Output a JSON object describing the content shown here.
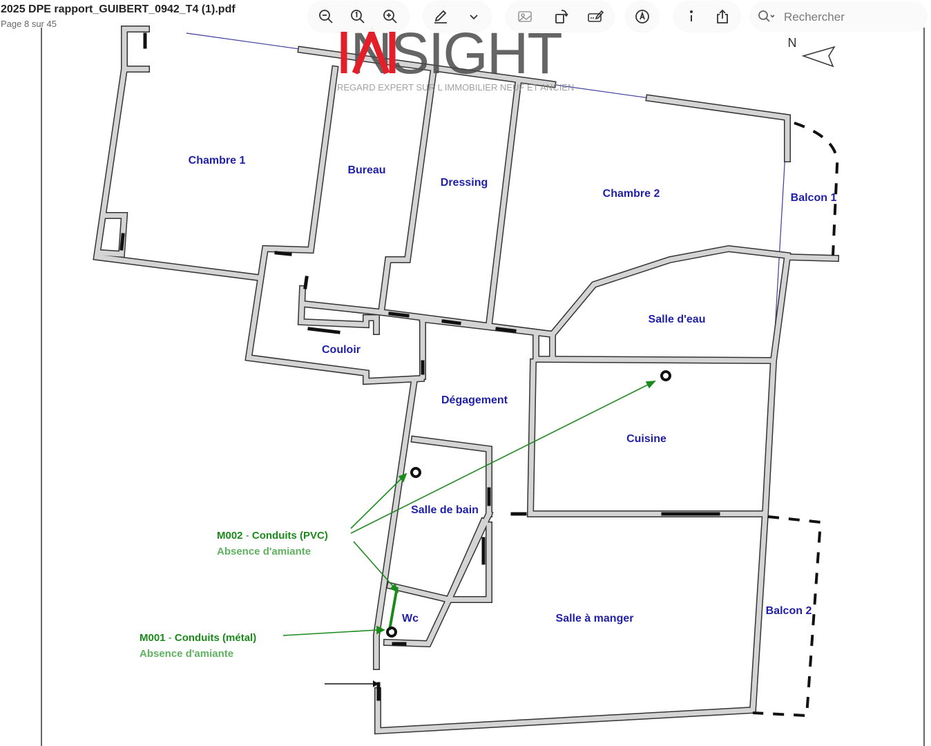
{
  "document": {
    "title": "2025 DPE rapport_GUIBERT_0942_T4 (1).pdf",
    "page_info": "Page 8 sur 45"
  },
  "toolbar": {
    "icons": [
      "zoom-out-icon",
      "actual-size-icon",
      "zoom-in-icon",
      "highlight-pen-icon",
      "chevron-down-icon",
      "image-icon",
      "rotate-icon",
      "markup-icon",
      "annotate-icon",
      "info-icon",
      "share-icon"
    ]
  },
  "search": {
    "placeholder": "Rechercher",
    "value": ""
  },
  "logo": {
    "text": "INSIGHT",
    "tagline": "REGARD EXPERT SUR L IMMOBILIER NEUF ET ANCIEN",
    "accent": "#e3202a"
  },
  "compass": {
    "label": "N"
  },
  "rooms": {
    "chambre1": "Chambre 1",
    "bureau": "Bureau",
    "dressing": "Dressing",
    "chambre2": "Chambre 2",
    "balcon1": "Balcon 1",
    "salle_deau": "Salle d'eau",
    "couloir": "Couloir",
    "degagement": "Dégagement",
    "cuisine": "Cuisine",
    "salle_de_bain": "Salle de bain",
    "wc": "Wc",
    "salle_a_manger": "Salle à manger",
    "balcon2": "Balcon 2"
  },
  "annotations": {
    "m002": {
      "code": "M002",
      "desc": "Conduits (PVC)",
      "status": "Absence d'amiante"
    },
    "m001": {
      "code": "M001",
      "desc": "Conduits (métal)",
      "status": "Absence d'amiante"
    },
    "separator": " - "
  },
  "colors": {
    "room_label": "#1f1fa8",
    "annotation": "#1a8a1a",
    "annotation_sub": "#5fb25f",
    "wall_fill": "#d4d4d4",
    "wall_stroke": "#333333"
  }
}
